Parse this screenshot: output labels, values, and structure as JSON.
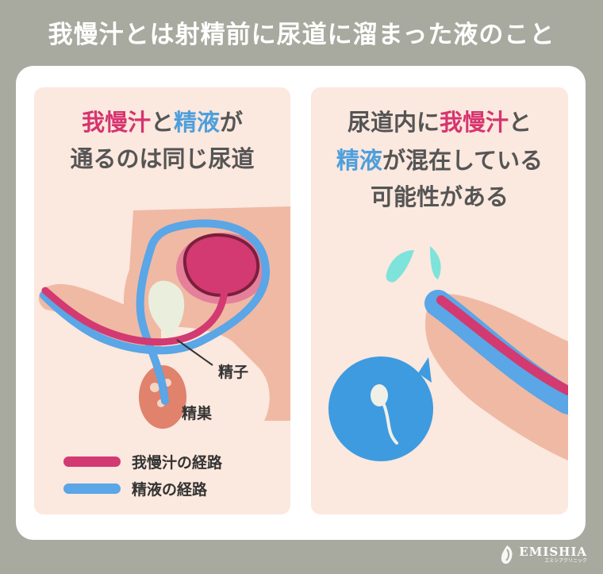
{
  "title": "我慢汁とは射精前に尿道に溜まった液のこと",
  "left_card": {
    "heading_line1": {
      "pink": "我慢汁",
      "mid": "と",
      "blue": "精液",
      "end": "が"
    },
    "heading_line2": "通るのは同じ尿道",
    "label_sperm": "精子",
    "label_testis": "精巣",
    "legend": [
      {
        "label": "我慢汁の経路",
        "color": "#d23a71"
      },
      {
        "label": "精液の経路",
        "color": "#5aa6e6"
      }
    ]
  },
  "right_card": {
    "heading_line1": {
      "pre": "尿道内に",
      "pink": "我慢汁",
      "end": "と"
    },
    "heading_line2": {
      "blue": "精液",
      "end": "が混在している"
    },
    "heading_line3": "可能性がある"
  },
  "logo": {
    "main": "EMISHIA",
    "sub": "エミシアクリニック"
  },
  "colors": {
    "background": "#a9aa9f",
    "card": "#fbe8de",
    "pink": "#d6346f",
    "blue": "#4e9fdc",
    "skin": "#f0b9a4"
  }
}
